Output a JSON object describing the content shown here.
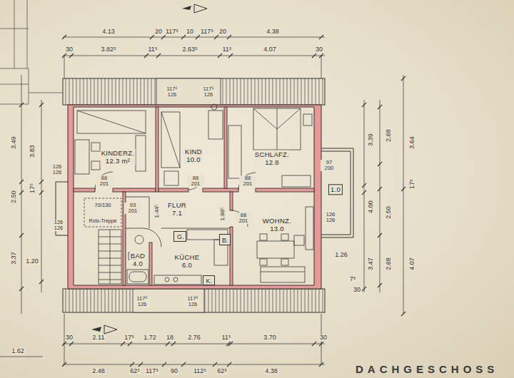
{
  "diagram": {
    "title": "DACHGESCHOSS",
    "nodes": [
      {
        "text": [
          "KINDERZ.",
          "12.3 m²"
        ]
      },
      {
        "text": [
          "KIND",
          "10.0"
        ]
      },
      {
        "text": [
          "SCHLAFZ.",
          "12.8"
        ]
      },
      {
        "text": [
          "1.0"
        ]
      },
      {
        "text": [
          "FLUR",
          "7.1"
        ]
      },
      {
        "text": [
          "WOHNZ.",
          "13.0"
        ]
      },
      {
        "text": [
          "BAD",
          "4.0"
        ]
      },
      {
        "text": [
          "KÜCHE",
          "6.0"
        ]
      },
      {
        "text": [
          "G."
        ]
      },
      {
        "text": [
          "B."
        ]
      },
      {
        "text": [
          "K."
        ]
      }
    ],
    "labels": [
      "4.13",
      "20",
      "117⁵",
      "10",
      "117⁵",
      "20",
      "4.38",
      "30",
      "3.82⁵",
      "11⁵",
      "2.63⁵",
      "11⁵",
      "4.07",
      "30",
      "117⁵ 126",
      "117⁵ 126",
      "3.49",
      "3.83",
      "2.50",
      "17⁵",
      "3.37",
      "126 126",
      "126 126",
      "1.20",
      "3.39",
      "2.68",
      "3.64",
      "97 200",
      "2.50",
      "4.00",
      "17⁵",
      "126 126",
      "1.26",
      "3.47",
      "2.68",
      "4.07",
      "7⁵",
      "30",
      "88 201",
      "88 201",
      "88 201",
      "93 201",
      "70/130",
      "Roto-Treppe",
      "1.44⁵",
      "1.88⁵",
      "88 201",
      "117⁵ 126",
      "117⁵ 126",
      "30",
      "2.11",
      "17⁵",
      "1.72",
      "18",
      "2.76",
      "11⁵",
      "3.70",
      "30",
      "1.62",
      "2.48",
      "62⁵",
      "117⁵",
      "90",
      "112⁵",
      "62⁵",
      "4.38"
    ]
  }
}
